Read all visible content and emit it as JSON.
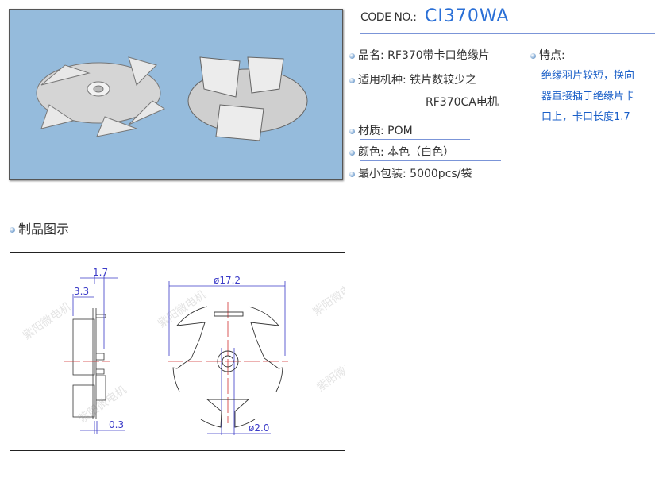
{
  "header": {
    "code_label": "CODE NO.:",
    "code_value": "CI370WA"
  },
  "specs": [
    {
      "label": "品名:",
      "value": "RF370带卡口绝缘片"
    },
    {
      "label": "适用机种:",
      "value": "铁片数较少之",
      "value2": "RF370CA电机"
    },
    {
      "label": "材质:",
      "value": "POM"
    },
    {
      "label": "颜色:",
      "value": "本色（白色）"
    },
    {
      "label": "最小包装:",
      "value": "5000pcs/袋"
    }
  ],
  "features": {
    "label": "特点:",
    "lines": [
      "绝缘羽片较短，换向",
      "器直接插于绝缘片卡",
      "口上，卡口长度1.7"
    ]
  },
  "section": {
    "title": "制品图示"
  },
  "drawing": {
    "dims": [
      "1.7",
      "3.3",
      "0.3",
      "ø17.2",
      "ø2.0"
    ]
  },
  "watermark": "紫阳微电机",
  "colors": {
    "accent": "#2a6fd6",
    "photo_bg": "#95bbdc"
  }
}
